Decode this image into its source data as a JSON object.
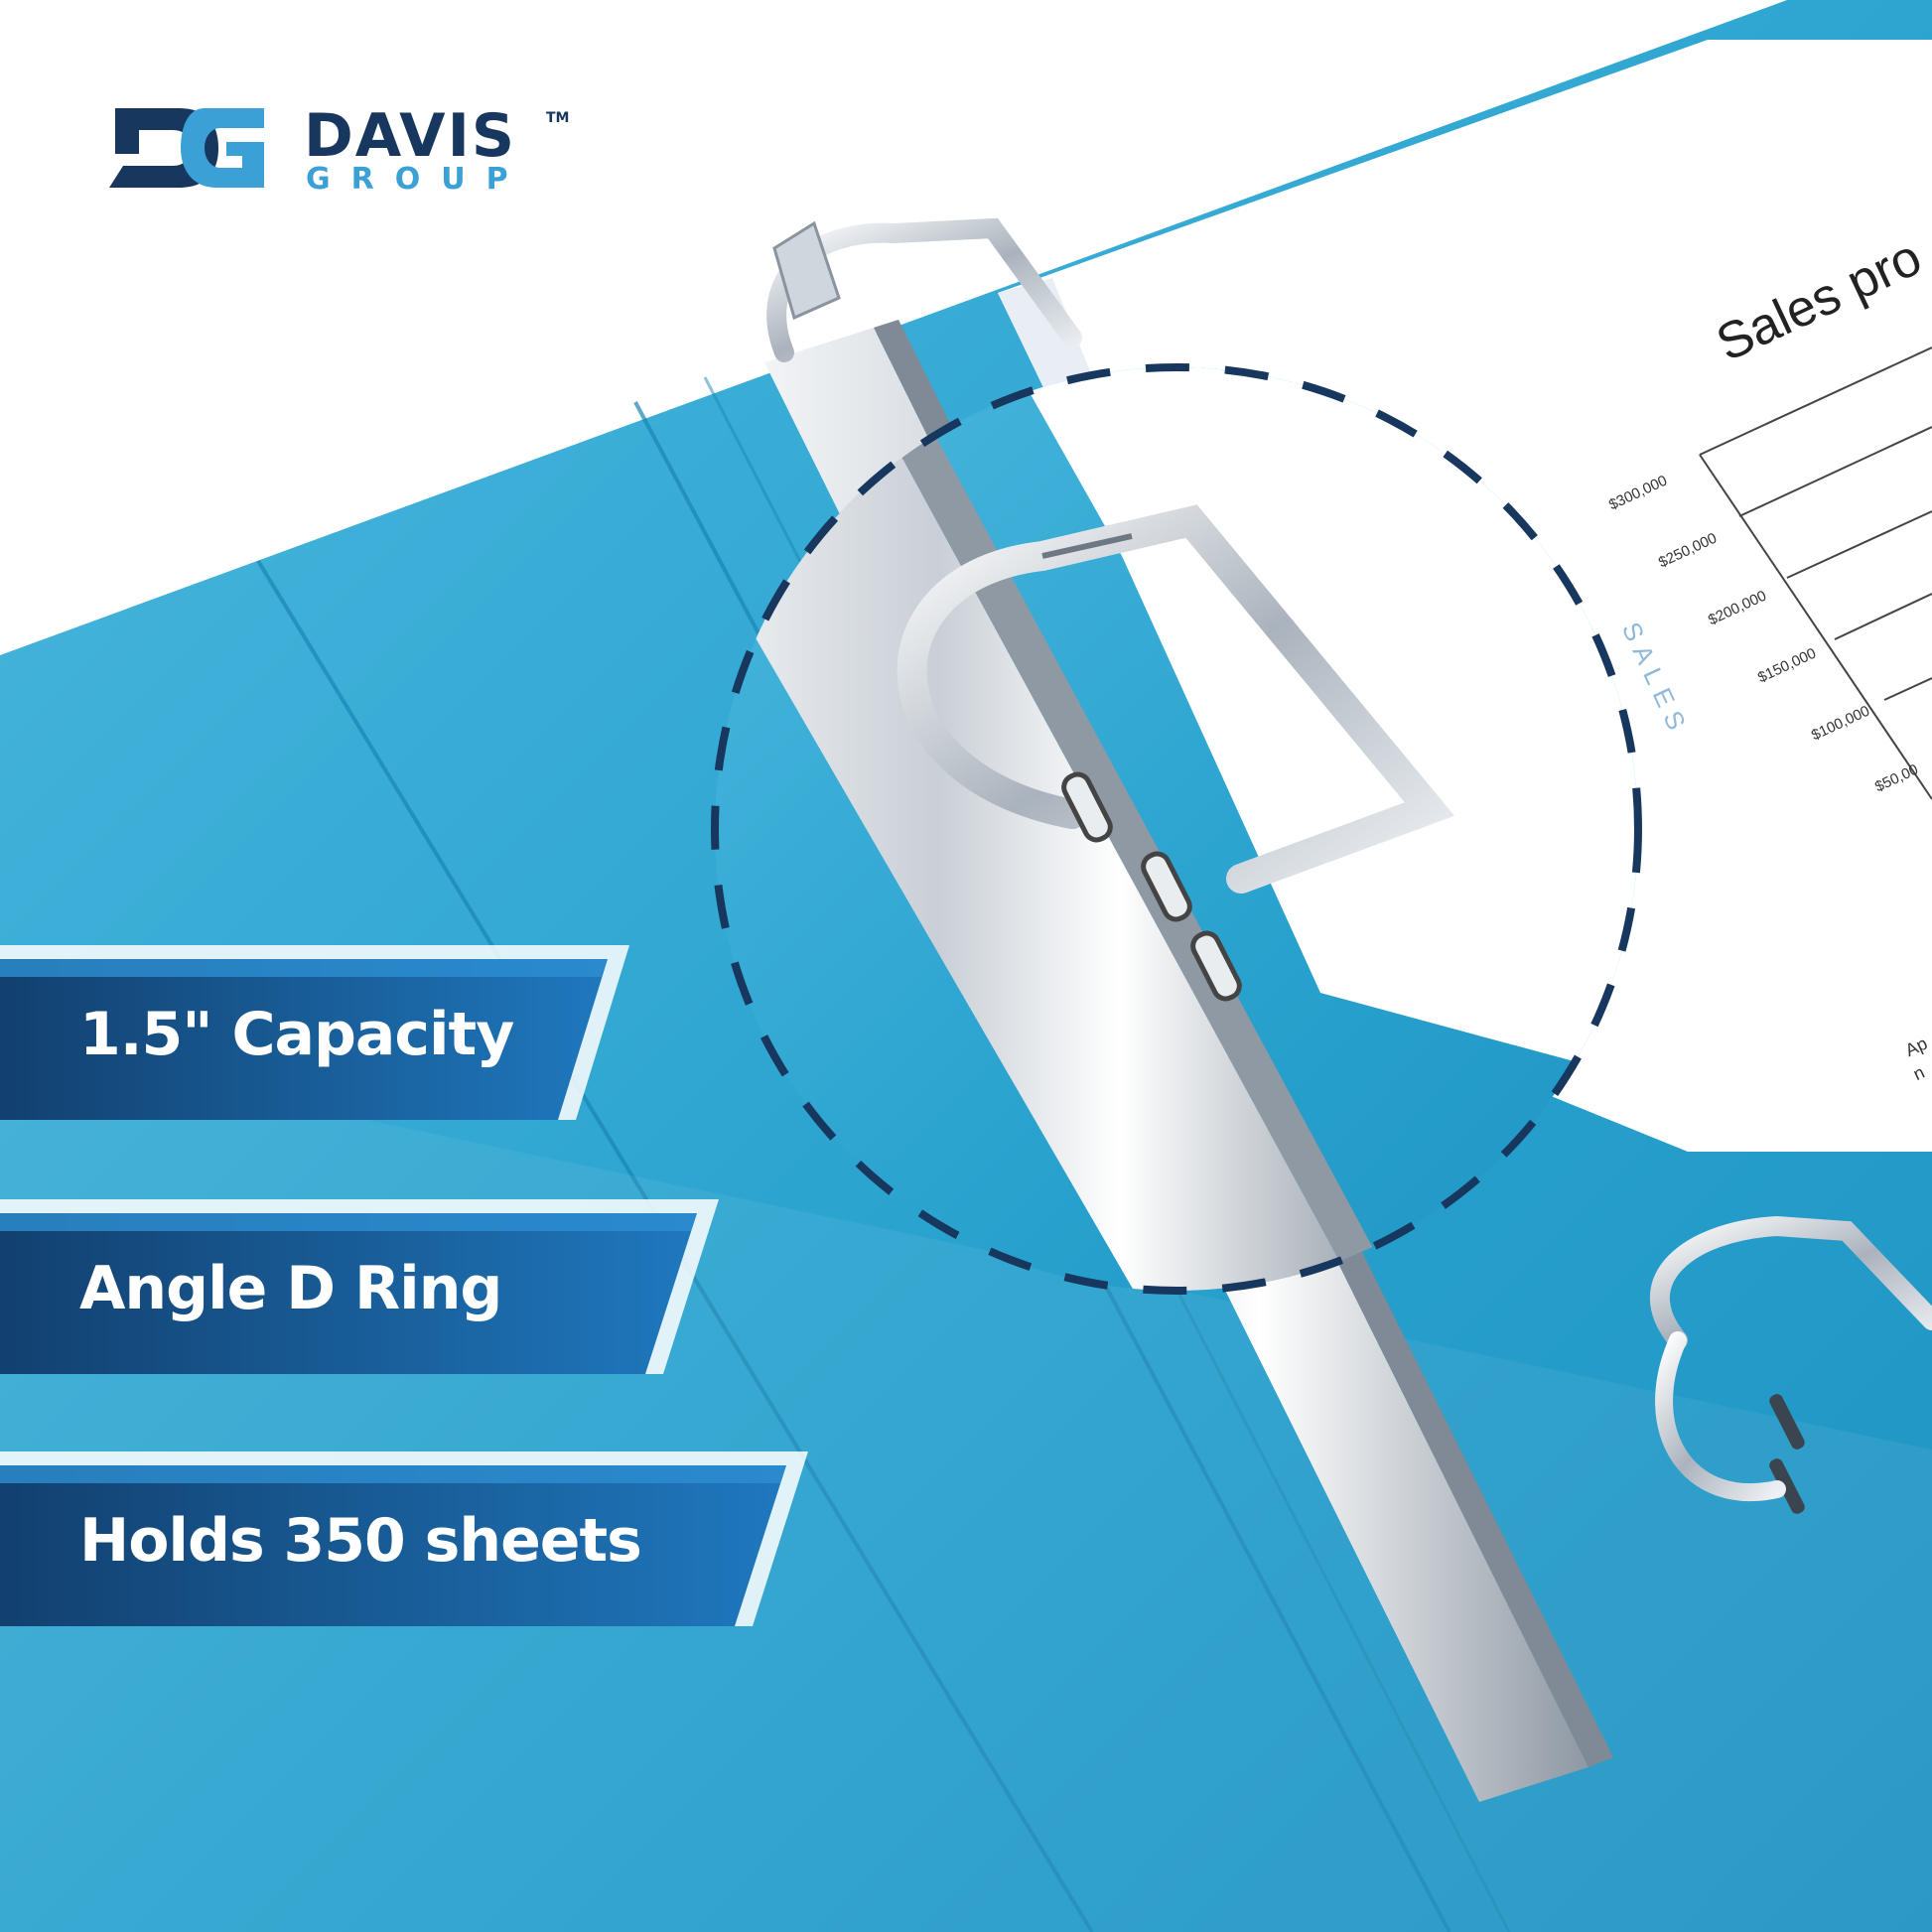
{
  "brand": {
    "word": "DAVIS",
    "trademark": "TM",
    "sub": "GROUP",
    "mark": "dg-monogram-logo",
    "navy": "#17375f",
    "light_blue": "#3aa0d6"
  },
  "document": {
    "title": "Sales pro",
    "side_label": "SALES",
    "y_axis_labels": [
      "$300,000",
      "$250,000",
      "$200,000",
      "$150,000",
      "$100,000",
      "$50,00"
    ],
    "corner_text": [
      "Ap",
      "n"
    ]
  },
  "features": [
    {
      "label": "1.5\" Capacity"
    },
    {
      "label": "Angle D Ring"
    },
    {
      "label": "Holds 350 sheets"
    }
  ],
  "colors": {
    "binder_blue": "#2aa3cf",
    "banner_dark": "#134a80",
    "banner_light": "#1f78be",
    "dashed_circle": "#17375f"
  }
}
